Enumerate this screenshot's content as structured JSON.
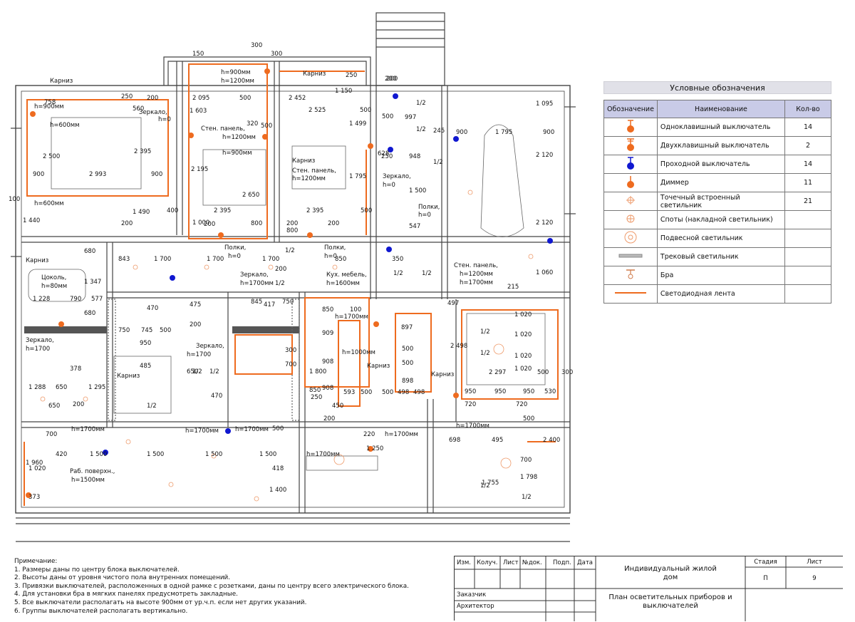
{
  "legend": {
    "title": "Условные обозначения",
    "col_symbol": "Обозначение",
    "col_name": "Наименование",
    "col_qty": "Кол-во",
    "rows": [
      {
        "icon": "one-key-switch-icon",
        "name": "Одноклавишный выключатель",
        "qty": "14"
      },
      {
        "icon": "two-key-switch-icon",
        "name": "Двухклавишный выключатель",
        "qty": "2"
      },
      {
        "icon": "pass-through-switch-icon",
        "name": "Проходной выключатель",
        "qty": "14"
      },
      {
        "icon": "dimmer-icon",
        "name": "Диммер",
        "qty": "11"
      },
      {
        "icon": "recessed-spot-icon",
        "name": "Точечный встроенный светильник",
        "qty": "21"
      },
      {
        "icon": "surface-spot-icon",
        "name": "Споты (накладной светильник)",
        "qty": ""
      },
      {
        "icon": "pendant-light-icon",
        "name": "Подвесной светильник",
        "qty": ""
      },
      {
        "icon": "track-light-icon",
        "name": "Трековый светильник",
        "qty": ""
      },
      {
        "icon": "sconce-icon",
        "name": "Бра",
        "qty": ""
      },
      {
        "icon": "led-strip-icon",
        "name": "Светодиодная лента",
        "qty": ""
      }
    ]
  },
  "colors": {
    "wall": "#444444",
    "orange": "#ee6b1f",
    "blue": "#1018d0",
    "grey": "#888888"
  },
  "plan": {
    "labels": [
      "Карниз",
      "h=900мм",
      "h=600мм",
      "Зеркало,",
      "h=0",
      "h=900мм",
      "h=1200мм",
      "Стен. панель,",
      "h=1200мм",
      "h=900мм",
      "Карниз",
      "Карниз",
      "Стен. панель,",
      "h=1200мм",
      "Зеркало,",
      "h=0",
      "Полки,",
      "h=0",
      "h=600мм",
      "Полки,",
      "h=0",
      "Полки,",
      "h=0",
      "Карниз",
      "Цоколь,",
      "h=80мм",
      "Зеркало,",
      "h=1700мм",
      "Кух. мебель,",
      "h=1600мм",
      "Стен. панель,",
      "h=1200мм",
      "h=1700мм",
      "h=1700мм",
      "Зеркало,",
      "h=1700",
      "Зеркало,",
      "h=1700",
      "h=1000мм",
      "Карниз",
      "Карниз",
      "Карниз",
      "h=1700мм",
      "h=1700мм",
      "h=1700мм",
      "h=1700мм",
      "h=1700мм",
      "h=1700мм",
      "Раб. поверхн.,",
      "h=1500мм"
    ],
    "dimensions": [
      "300",
      "300",
      "150",
      "200",
      "250",
      "758",
      "2 500",
      "900",
      "2 993",
      "900",
      "2 395",
      "560",
      "200",
      "100",
      "1 490",
      "200",
      "400",
      "2 095",
      "500",
      "1 603",
      "2 195",
      "2 650",
      "2 395",
      "1 000",
      "200",
      "800",
      "2 525",
      "1 150",
      "250",
      "500",
      "1 499",
      "1 795",
      "2 452",
      "2 395",
      "200",
      "800",
      "200",
      "500",
      "628",
      "250",
      "948",
      "1 500",
      "547",
      "500",
      "997",
      "1/2",
      "1/2",
      "200",
      "900",
      "1 795",
      "900",
      "1 095",
      "2 120",
      "2 120",
      "1 060",
      "1 440",
      "680",
      "1 347",
      "843",
      "1 700",
      "1 700",
      "1 700",
      "850",
      "1/2",
      "350",
      "1/2",
      "1/2",
      "200",
      "1/2",
      "1 228",
      "790",
      "577",
      "680",
      "470",
      "750",
      "745",
      "500",
      "475",
      "200",
      "845",
      "417",
      "750",
      "850",
      "100",
      "909",
      "908",
      "1 800",
      "908",
      "850",
      "593",
      "500",
      "897",
      "500",
      "500",
      "898",
      "500",
      "498",
      "498",
      "497",
      "215",
      "1 020",
      "1 020",
      "1 020",
      "1 020",
      "2 498",
      "2 297",
      "500",
      "950",
      "950",
      "950",
      "530",
      "300",
      "720",
      "720",
      "1/2",
      "1/2",
      "950",
      "485",
      "378",
      "1 288",
      "650",
      "1 295",
      "650",
      "200",
      "650",
      "1/2",
      "1/2",
      "470",
      "300",
      "700",
      "450",
      "250",
      "200",
      "220",
      "1 250",
      "500",
      "700",
      "420",
      "1 500",
      "1 500",
      "1 500",
      "1 500",
      "1 020",
      "1 960",
      "373",
      "418",
      "1 400",
      "698",
      "495",
      "2 400",
      "700",
      "1 798",
      "1 755",
      "1/2",
      "500",
      "500",
      "320",
      "245",
      "1/2",
      "1/2",
      "1/2",
      "1/2",
      "1/2"
    ]
  },
  "notes": {
    "title": "Примечание:",
    "items": [
      "1. Размеры даны по центру блока выключателей.",
      "2. Высоты даны от уровня чистого пола внутренних помещений.",
      "3. Привязки выключателей, расположенных в одной рамке с розетками, даны по центру всего электрического блока.",
      "4. Для установки бра в мягких панелях предусмотреть закладные.",
      "5. Все выключатели располагать на высоте 900мм от ур.ч.п. если нет других указаний.",
      "6. Группы выключателей располагать вертикально."
    ]
  },
  "stamp": {
    "headers": [
      "Изм.",
      "Колуч.",
      "Лист",
      "№док.",
      "Подп.",
      "Дата"
    ],
    "customer": "Заказчик",
    "architect": "Архитектор",
    "project_line1": "Индивидуальный жилой",
    "project_line2": "дом",
    "sheet_title_line1": "План осветительных приборов и",
    "sheet_title_line2": "выключателей",
    "stage_label": "Стадия",
    "stage_value": "П",
    "sheet_label": "Лист",
    "sheet_value": "9"
  }
}
